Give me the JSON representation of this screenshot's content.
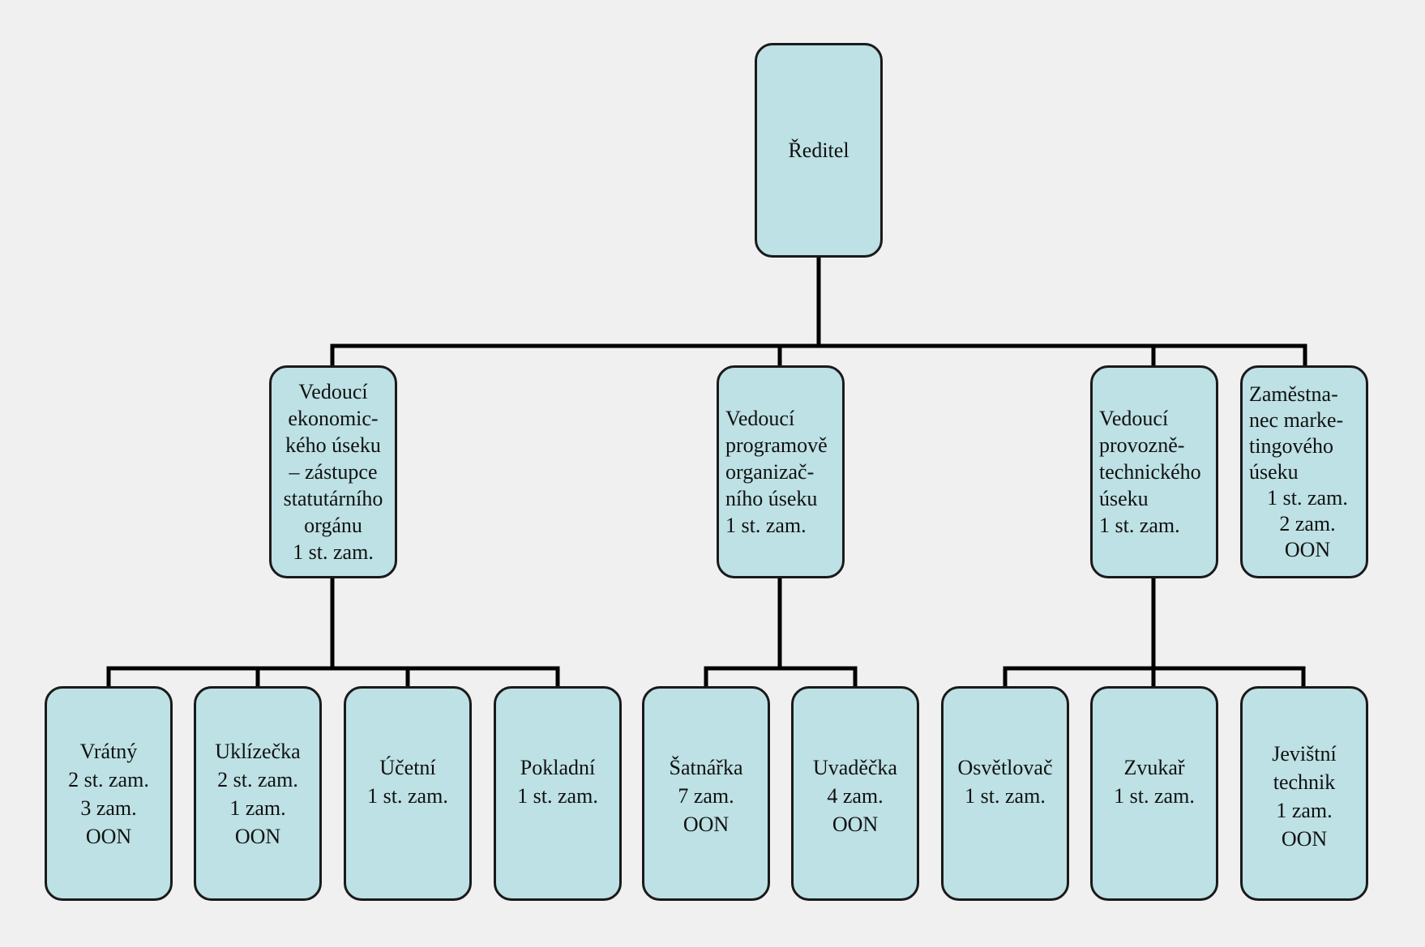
{
  "colors": {
    "background": "#f0f0f0",
    "box_fill": "#bde1e4",
    "box_border": "#1a1a1a",
    "connector": "#000000"
  },
  "director": {
    "lines": [
      "Ředitel"
    ]
  },
  "economic_head": {
    "lines": [
      "Vedoucí",
      "ekonomic-",
      "kého úseku",
      "– zástupce",
      "statutárního",
      "orgánu",
      "1 st. zam."
    ]
  },
  "program_head": {
    "lines": [
      "Vedoucí",
      "programově",
      "organizač-",
      "ního úseku",
      "1 st. zam."
    ]
  },
  "technical_head": {
    "lines": [
      "Vedoucí",
      "provozně-",
      "technického",
      "úseku",
      "1 st. zam."
    ]
  },
  "marketing_employee": {
    "lines": [
      "Zaměstna-",
      "nec marke-",
      "tingového",
      "úseku",
      "1 st. zam.",
      "2 zam.",
      "OON"
    ]
  },
  "staff": {
    "doorman": {
      "lines": [
        "Vrátný",
        "2 st. zam.",
        "3 zam.",
        "OON"
      ]
    },
    "cleaner": {
      "lines": [
        "Uklízečka",
        "2 st. zam.",
        "1 zam.",
        "OON"
      ]
    },
    "accountant": {
      "lines": [
        "Účetní",
        "1 st. zam."
      ]
    },
    "cashier": {
      "lines": [
        "Pokladní",
        "1 st. zam."
      ]
    },
    "cloakroom": {
      "lines": [
        "Šatnářka",
        "7 zam.",
        "OON"
      ]
    },
    "usher": {
      "lines": [
        "Uvaděčka",
        "4 zam.",
        "OON"
      ]
    },
    "lighting": {
      "lines": [
        "Osvětlovač",
        "1 st. zam."
      ]
    },
    "sound": {
      "lines": [
        "Zvukař",
        "1 st. zam."
      ]
    },
    "stage_tech": {
      "lines": [
        "Jevištní",
        "technik",
        "1 zam.",
        "OON"
      ]
    }
  }
}
